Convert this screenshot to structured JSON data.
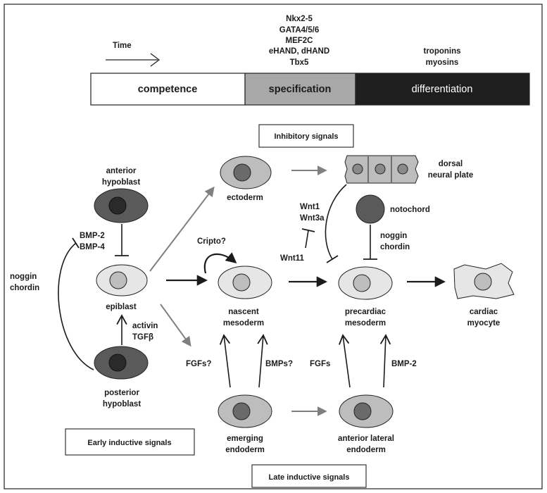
{
  "timeline": {
    "time_label": "Time",
    "transcription_factors": [
      "Nkx2-5",
      "GATA4/5/6",
      "MEF2C",
      "eHAND, dHAND",
      "Tbx5"
    ],
    "structural_genes": [
      "troponins",
      "myosins"
    ],
    "stages": {
      "competence": "competence",
      "specification": "specification",
      "differentiation": "differentiation"
    }
  },
  "boxes": {
    "inhibitory": "Inhibitory signals",
    "early_inductive": "Early inductive signals",
    "late_inductive": "Late inductive signals"
  },
  "cells": {
    "anterior_hypoblast": [
      "anterior",
      "hypoblast"
    ],
    "epiblast": "epiblast",
    "posterior_hypoblast": [
      "posterior",
      "hypoblast"
    ],
    "ectoderm": "ectoderm",
    "dorsal_neural_plate": [
      "dorsal",
      "neural plate"
    ],
    "notochord": "notochord",
    "nascent_mesoderm": [
      "nascent",
      "mesoderm"
    ],
    "precardiac_mesoderm": [
      "precardiac",
      "mesoderm"
    ],
    "cardiac_myocyte": [
      "cardiac",
      "myocyte"
    ],
    "emerging_endoderm": [
      "emerging",
      "endoderm"
    ],
    "anterior_lateral_endoderm": [
      "anterior lateral",
      "endoderm"
    ]
  },
  "signals": {
    "bmp_anterior": [
      "BMP-2",
      "BMP-4"
    ],
    "noggin_chordin_left": [
      "noggin",
      "chordin"
    ],
    "activin_tgfb": [
      "activin",
      "TGFβ"
    ],
    "cripto": "Cripto?",
    "wnt1_wnt3a": [
      "Wnt1",
      "Wnt3a"
    ],
    "wnt11": "Wnt11",
    "noggin_chordin_right": [
      "noggin",
      "chordin"
    ],
    "fgfs_q": "FGFs?",
    "bmps_q": "BMPs?",
    "fgfs": "FGFs",
    "bmp2": "BMP-2"
  },
  "colors": {
    "light_cell": "#e6e6e6",
    "mid_cell": "#bdbdbd",
    "dark_cell": "#5a5a5a",
    "specification_bar": "#a8a8a8",
    "differentiation_bar": "#1e1e1e",
    "gray_arrow": "#808080"
  }
}
